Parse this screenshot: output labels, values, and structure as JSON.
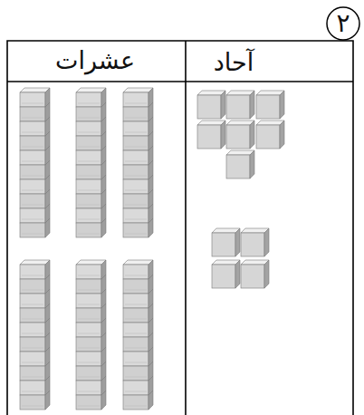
{
  "diagram": {
    "nodes": [
      {
        "text": [
          "٢"
        ]
      }
    ],
    "labels": [
      "عشرات",
      "آحاد"
    ]
  }
}
